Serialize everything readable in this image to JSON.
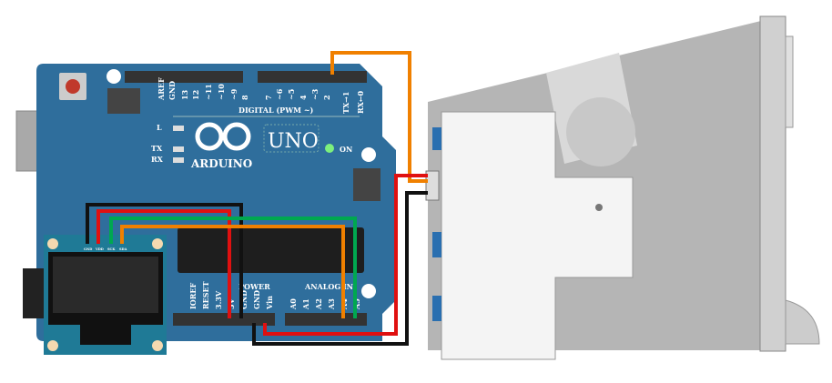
{
  "arduino": {
    "brand": "ARDUINO",
    "model": "UNO",
    "on_label": "ON",
    "led_labels": [
      "L",
      "TX",
      "RX"
    ],
    "digital_label": "DIGITAL (PWM ~)",
    "digital_pins": [
      "AREF",
      "GND",
      "13",
      "12",
      "~11",
      "~10",
      "~9",
      "8",
      "7",
      "~6",
      "~5",
      "4",
      "~3",
      "2",
      "TX→1",
      "RX←0"
    ],
    "power_label": "POWER",
    "power_pins": [
      "IOREF",
      "RESET",
      "3.3V",
      "5V",
      "GND",
      "GND",
      "Vin"
    ],
    "analog_label": "ANALOG IN",
    "analog_pins": [
      "A0",
      "A1",
      "A2",
      "A3",
      "A4",
      "A5"
    ],
    "colors": {
      "board": "#2f6e9c",
      "on_led": "#7df07d"
    }
  },
  "oled": {
    "pins": [
      "GND",
      "VDD",
      "SCK",
      "SDA"
    ],
    "colors": {
      "pcb": "#1f7a96"
    }
  },
  "wires": {
    "colors": {
      "orange": "#f08000",
      "red": "#e01010",
      "green": "#00a850",
      "black": "#111111"
    }
  }
}
